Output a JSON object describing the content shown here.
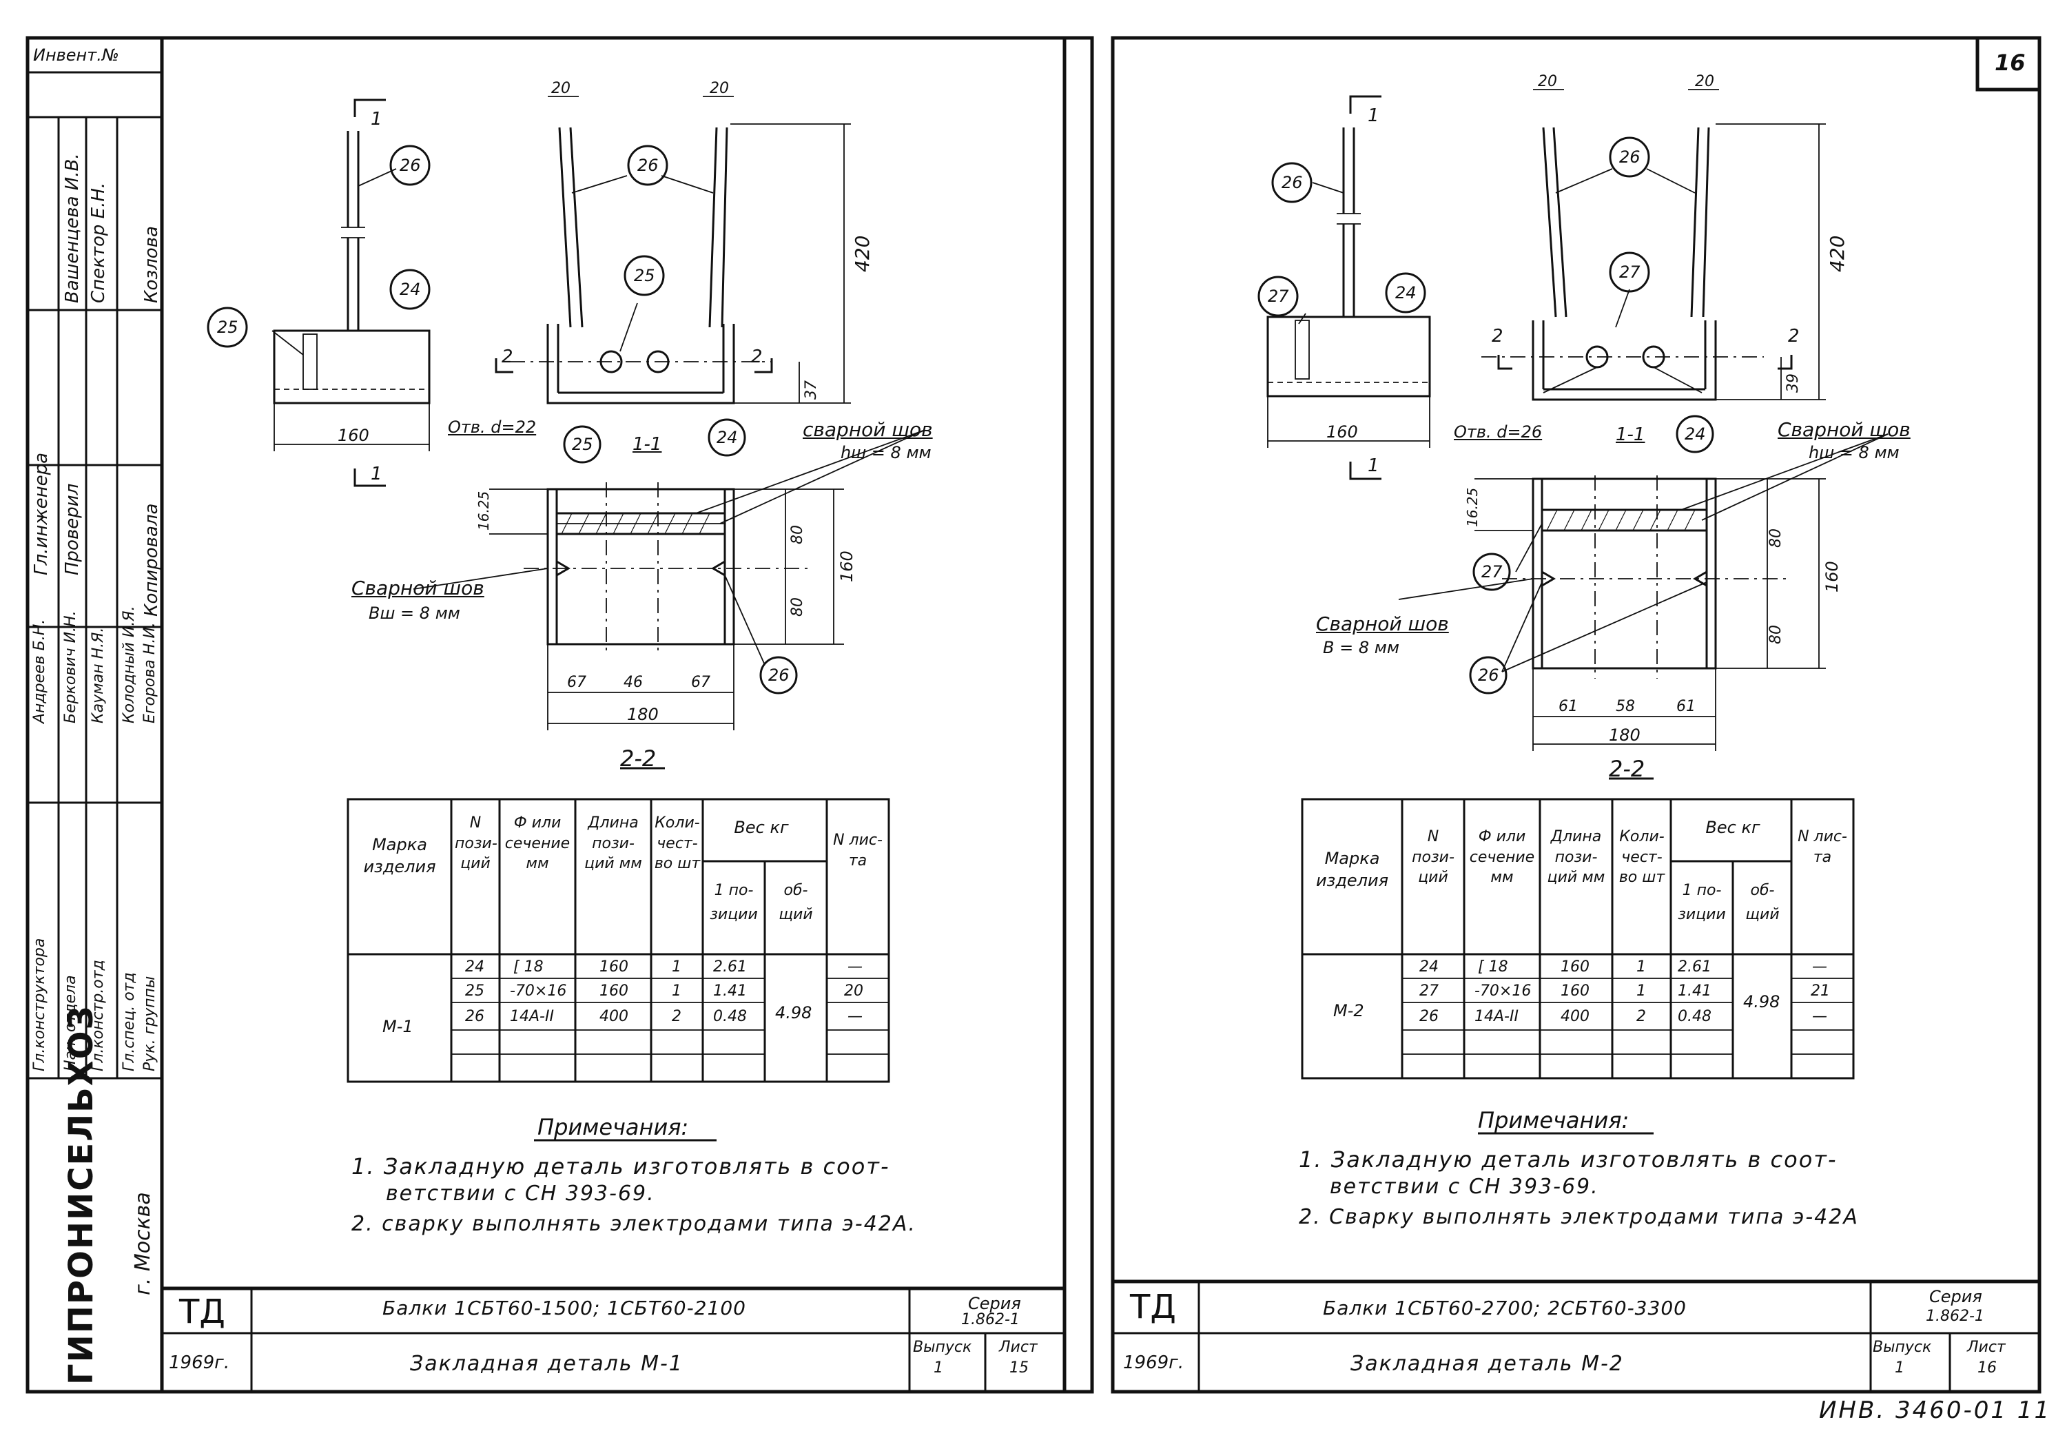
{
  "page_number": "16",
  "inventory_label": "Инвент.№",
  "footer_stamp": "ИНВ. 3460-01 11",
  "sidebar": {
    "roles": [
      "Гл.конструктора",
      "Нач. отдела",
      "Гл.констр.отд",
      "Гл.спец. отд",
      "Рук. группы"
    ],
    "names_main": [
      "Андреев Б.Н.",
      "Беркович И.Н.",
      "Кауман Н.Я.",
      "Колодный И.Я.",
      "Егорова Н.И."
    ],
    "roles2": [
      "Гл.инженера",
      "Проверил",
      "Копировала"
    ],
    "names2": [
      "Вашенцева И.В.",
      "Спектор Е.Н.",
      "Козлова"
    ],
    "org": "ГИПРОНИСЕЛЬХОЗ",
    "city": "г. Москва"
  },
  "left": {
    "labels": {
      "b26a": "26",
      "b24": "24",
      "b25": "25",
      "b26b": "26",
      "b25b": "25",
      "b25c": "25",
      "b24b": "24",
      "b26c": "26",
      "dim160": "160",
      "dim420": "420",
      "dim37": "37",
      "dim20a": "20",
      "dim20b": "20",
      "sec1a": "1",
      "sec1b": "1",
      "sec2a": "2",
      "sec2b": "2",
      "hole": "Отв. d=22",
      "view11": "1-1",
      "weld_top": "сварной шов",
      "weld_top_h": "hш = 8 мм",
      "weld_left": "Сварной шов",
      "weld_left_b": "Вш = 8 мм",
      "d1625": "16.25",
      "d80a": "80",
      "d80b": "80",
      "d160v": "160",
      "d67a": "67",
      "d46": "46",
      "d67b": "67",
      "d180": "180",
      "view22": "2-2"
    },
    "table": {
      "headers": {
        "mark": "Марка изделия",
        "pos": "N пози- ций",
        "phi": "Ф или сечение мм",
        "len": "Длина пози- ций мм",
        "qty": "Коли- чест- во шт",
        "weight": "Вес кг",
        "w1": "1 по- зиции",
        "wt": "об- щий",
        "sheet": "N лис- та"
      },
      "mark": "М-1",
      "rows": [
        {
          "pos": "24",
          "sec": "[ 18",
          "len": "160",
          "qty": "1",
          "w1": "2.61",
          "sheet": "—"
        },
        {
          "pos": "25",
          "sec": "-70×16",
          "len": "160",
          "qty": "1",
          "w1": "1.41",
          "sheet": "20"
        },
        {
          "pos": "26",
          "sec": "14А-II",
          "len": "400",
          "qty": "2",
          "w1": "0.48",
          "sheet": "—"
        }
      ],
      "total": "4.98"
    },
    "notes_title": "Примечания:",
    "notes": [
      "1. Закладную деталь изготовлять в соот-",
      "ветствии с СН 393-69.",
      "2. сварку выполнять электродами типа э-42А."
    ],
    "title_block": {
      "td": "ТД",
      "year": "1969г.",
      "line1": "Балки 1СБТ60-1500; 1СБТ60-2100",
      "line2": "Закладная деталь М-1",
      "series_label": "Серия",
      "series": "1.862-1",
      "issue_label": "Выпуск",
      "issue": "1",
      "sheet_label": "Лист",
      "sheet": "15"
    }
  },
  "right": {
    "labels": {
      "b26a": "26",
      "b24": "24",
      "b27": "27",
      "b26b": "26",
      "b27b": "27",
      "b24b": "24",
      "b27c": "27",
      "b26c": "26",
      "dim160": "160",
      "dim420": "420",
      "dim39": "39",
      "dim20a": "20",
      "dim20b": "20",
      "sec1a": "1",
      "sec1b": "1",
      "sec2a": "2",
      "sec2b": "2",
      "hole": "Отв. d=26",
      "view11": "1-1",
      "weld_top": "Сварной шов",
      "weld_top_h": "hш = 8 мм",
      "weld_left": "Сварной шов",
      "weld_left_b": "В = 8 мм",
      "d1625": "16.25",
      "d80a": "80",
      "d80b": "80",
      "d160v": "160",
      "d61a": "61",
      "d58": "58",
      "d61b": "61",
      "d180": "180",
      "view22": "2-2"
    },
    "table": {
      "headers": {
        "mark": "Марка изделия",
        "pos": "N пози- ций",
        "phi": "Ф или сечение мм",
        "len": "Длина пози- ций мм",
        "qty": "Коли- чест- во шт",
        "weight": "Вес кг",
        "w1": "1 по- зиции",
        "wt": "об- щий",
        "sheet": "N лис- та"
      },
      "mark": "М-2",
      "rows": [
        {
          "pos": "24",
          "sec": "[ 18",
          "len": "160",
          "qty": "1",
          "w1": "2.61",
          "sheet": "—"
        },
        {
          "pos": "27",
          "sec": "-70×16",
          "len": "160",
          "qty": "1",
          "w1": "1.41",
          "sheet": "21"
        },
        {
          "pos": "26",
          "sec": "14А-II",
          "len": "400",
          "qty": "2",
          "w1": "0.48",
          "sheet": "—"
        }
      ],
      "total": "4.98"
    },
    "notes_title": "Примечания:",
    "notes": [
      "1. Закладную деталь изготовлять в соот-",
      "ветствии с СН 393-69.",
      "2. Сварку выполнять электродами типа э-42А"
    ],
    "title_block": {
      "td": "ТД",
      "year": "1969г.",
      "line1": "Балки 1СБТ60-2700; 2СБТ60-3300",
      "line2": "Закладная деталь М-2",
      "series_label": "Серия",
      "series": "1.862-1",
      "issue_label": "Выпуск",
      "issue": "1",
      "sheet_label": "Лист",
      "sheet": "16"
    }
  }
}
